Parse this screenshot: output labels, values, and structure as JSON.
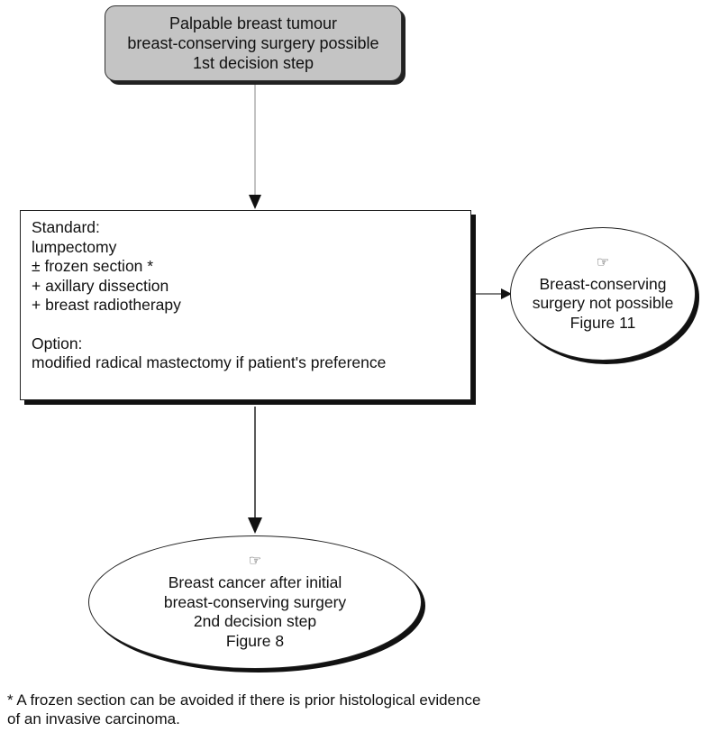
{
  "start": {
    "lines": [
      "Palpable breast tumour",
      "breast-conserving surgery possible",
      "1st decision step"
    ]
  },
  "main": {
    "standard_heading": "Standard:",
    "standard_items": [
      "lumpectomy",
      "± frozen section *",
      "+ axillary dissection",
      "+ breast radiotherapy"
    ],
    "option_heading": "Option:",
    "option_items": [
      "modified radical mastectomy if patient's preference"
    ]
  },
  "right_node": {
    "icon": "pointing-hand-icon",
    "icon_glyph": "☞",
    "lines": [
      "Breast-conserving",
      "surgery not possible",
      "Figure 11"
    ]
  },
  "bottom_node": {
    "icon": "pointing-hand-icon",
    "icon_glyph": "☞",
    "lines": [
      "Breast cancer after initial",
      "breast-conserving surgery",
      "2nd decision step",
      "Figure 8"
    ]
  },
  "footnote": {
    "lines": [
      "* A frozen section can be avoided if there is prior histological evidence",
      "of an invasive carcinoma."
    ]
  },
  "colors": {
    "start_fill": "#c4c4c4",
    "border": "#222222",
    "shadow": "#111111"
  }
}
